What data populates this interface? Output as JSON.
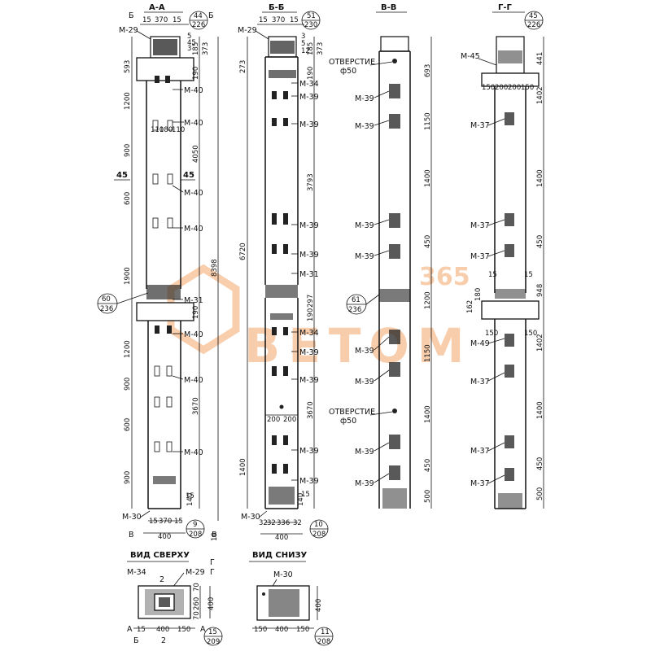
{
  "sections": {
    "aa": {
      "title": "А-А",
      "marker_left": "Б",
      "marker_right": "Б",
      "top_dims": [
        "15",
        "370",
        "15"
      ],
      "callout_top": {
        "num": "44",
        "sheet": "226"
      },
      "callout_mid": {
        "num": "60",
        "sheet": "236"
      },
      "callout_bottom": {
        "num": "9",
        "sheet": "208"
      },
      "left_dims": [
        "593",
        "1200",
        "900",
        "600",
        "1900",
        "1200",
        "900",
        "600",
        "900"
      ],
      "right_dims": [
        "185",
        "373",
        "190",
        "4050",
        "8398",
        "190",
        "3670",
        "140",
        "10"
      ],
      "small_dims_top": [
        "45",
        "5",
        "3"
      ],
      "bracket_45": "45",
      "bracket_45b": "45",
      "spacing": [
        "110",
        "180",
        "110"
      ],
      "labels": [
        "М-29",
        "М-40",
        "М-40",
        "М-40",
        "М-40",
        "М-31",
        "М-40",
        "М-40",
        "М-40",
        "М-30"
      ],
      "bottom_dims": [
        "15",
        "370",
        "15"
      ],
      "width": "400",
      "marker_bottom_left": "В",
      "marker_bottom_right": "В",
      "dim_45_right": "15"
    },
    "bb": {
      "title": "Б-Б",
      "top_dims": [
        "15",
        "370",
        "15"
      ],
      "callout_top": {
        "num": "51",
        "sheet": "230"
      },
      "callout_bottom": {
        "num": "10",
        "sheet": "208"
      },
      "left_dims": [
        "273",
        "6720",
        "1400"
      ],
      "right_dims": [
        "185",
        "373",
        "190",
        "3793",
        "297",
        "190",
        "3670",
        "140",
        "15"
      ],
      "small_dims_top": [
        "3",
        "5",
        "12"
      ],
      "labels": [
        "М-29",
        "М-34",
        "М-39",
        "М-39",
        "М-39",
        "М-39",
        "М-31",
        "М-34",
        "М-39",
        "М-39",
        "М-39",
        "М-39",
        "М-30"
      ],
      "mid_dims": [
        "200",
        "200"
      ],
      "bottom_dims": [
        "32",
        "336",
        "32"
      ],
      "width": "400",
      "small_left": "32"
    },
    "vv": {
      "title": "В-В",
      "callout_mid": {
        "num": "61",
        "sheet": "236"
      },
      "hole_label": "ОТВЕРСТИЕ",
      "hole_dia": "ф50",
      "right_dims": [
        "693",
        "1150",
        "1400",
        "450",
        "1200",
        "1150",
        "1400",
        "450",
        "500"
      ],
      "labels": [
        "М-39",
        "М-39",
        "М-39",
        "М-39",
        "М-39",
        "М-39",
        "М-39",
        "М-39"
      ]
    },
    "gg": {
      "title": "Г-Г",
      "callout_top": {
        "num": "45",
        "sheet": "226"
      },
      "right_dims": [
        "441",
        "1402",
        "1400",
        "450",
        "948",
        "1402",
        "1400",
        "450",
        "500"
      ],
      "top_spacing": [
        "150",
        "200",
        "200",
        "150"
      ],
      "mid_spacing": [
        "150",
        "150"
      ],
      "side_dims": [
        "162",
        "180",
        "15",
        "15"
      ],
      "labels": [
        "М-45",
        "М-37",
        "М-37",
        "М-37",
        "М-49",
        "М-37",
        "М-37",
        "М-37"
      ]
    },
    "top_view": {
      "title": "ВИД СВЕРХУ",
      "labels": [
        "М-34",
        "М-29"
      ],
      "mark": "2",
      "mark2": "2",
      "right_dims": [
        "70",
        "260",
        "70",
        "400"
      ],
      "bottom_dims": [
        "15",
        "400",
        "150"
      ],
      "callout": {
        "num": "15",
        "sheet": "209"
      },
      "marker_left": "А",
      "marker_right": "А",
      "marker_top": "Г",
      "marker_top2": "Г",
      "marker_bottom": "Б"
    },
    "bottom_view": {
      "title": "ВИД СНИЗУ",
      "label": "М-30",
      "right_dim": "400",
      "bottom_dims": [
        "150",
        "400",
        "150"
      ],
      "callout": {
        "num": "11",
        "sheet": "208"
      }
    }
  },
  "watermark": {
    "text": "BETOM",
    "num": "365"
  }
}
